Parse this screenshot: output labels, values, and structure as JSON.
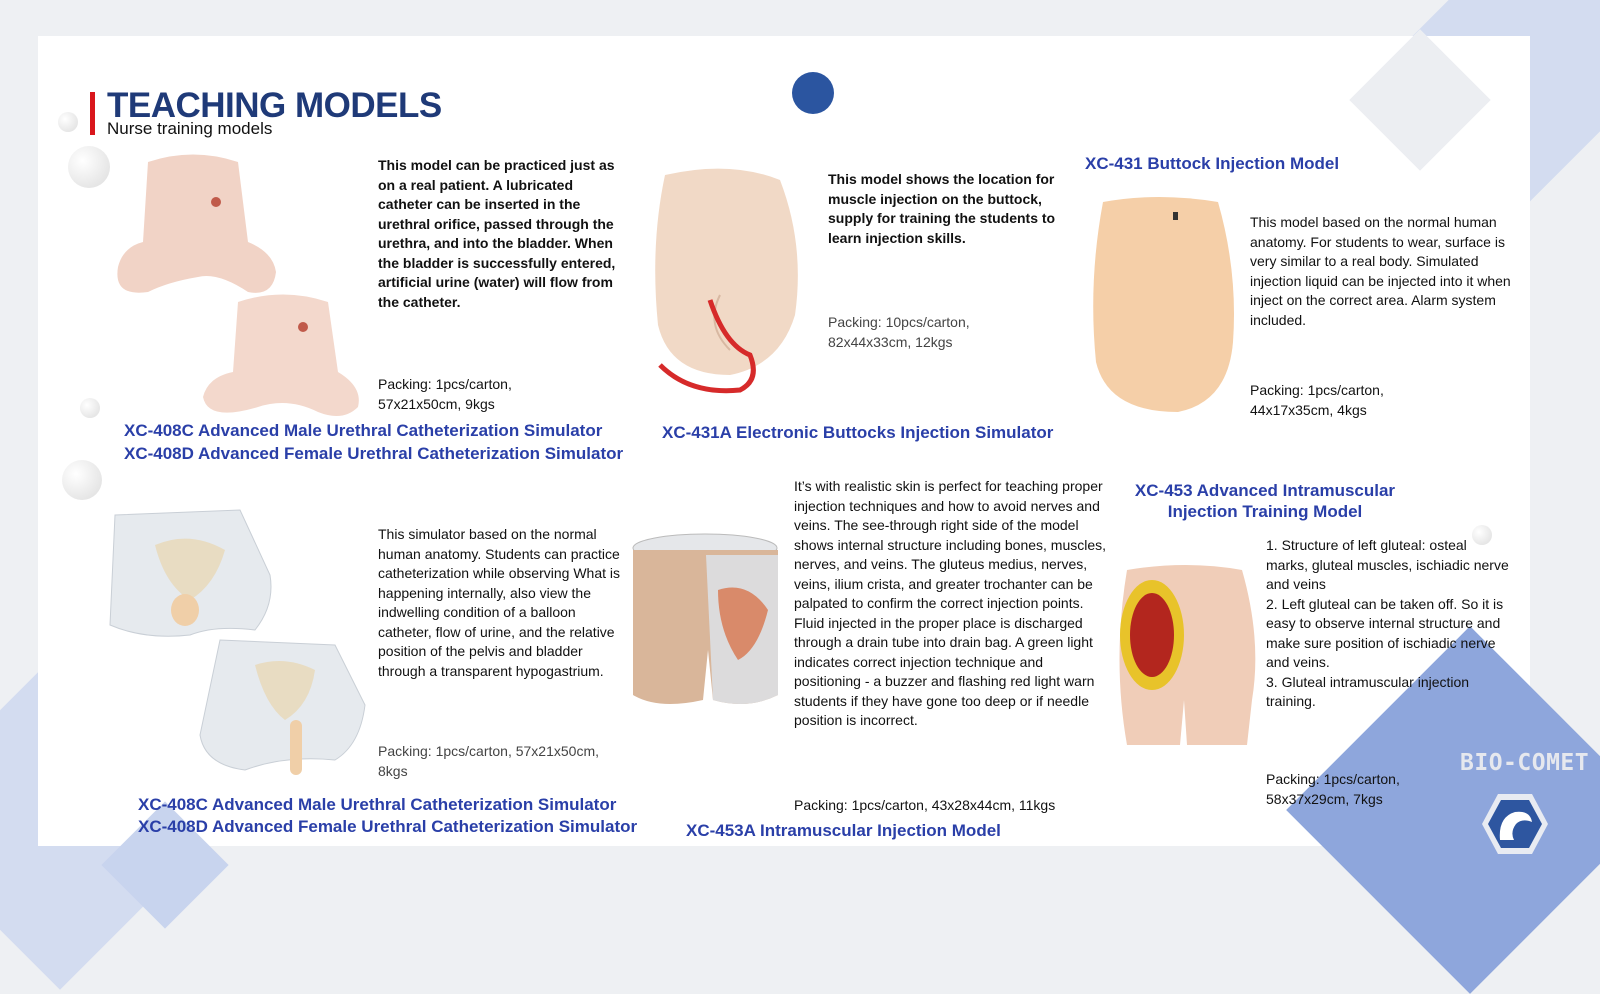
{
  "header": {
    "title": "TEACHING MODELS",
    "subtitle": "Nurse training models"
  },
  "products": [
    {
      "names": [
        "XC-408C Advanced Male Urethral Catheterization Simulator",
        "XC-408D Advanced Female Urethral Catheterization Simulator"
      ],
      "description": "This model can be practiced just as on a real patient. A lubricated catheter can be inserted in the urethral orifice, passed through the urethra, and into the bladder. When the bladder is successfully entered, artificial urine (water) will flow from the catheter.",
      "packing": "Packing: 1pcs/carton, 57x21x50cm, 9kgs"
    },
    {
      "name": "XC-431A Electronic Buttocks Injection Simulator",
      "description": "This model shows the location for muscle injection on the buttock, supply for training the students to learn injection skills.",
      "packing": "Packing: 10pcs/carton, 82x44x33cm, 12kgs"
    },
    {
      "name": "XC-431 Buttock Injection Model",
      "description": "This model based on the normal human anatomy. For students to wear, surface is very similar to a real body. Simulated injection liquid can be injected into it when inject on the correct area. Alarm system included.",
      "packing": "Packing: 1pcs/carton, 44x17x35cm, 4kgs"
    },
    {
      "names": [
        "XC-408C Advanced Male Urethral Catheterization Simulator",
        "XC-408D Advanced Female Urethral Catheterization Simulator"
      ],
      "description": "This simulator based on the normal human anatomy. Students can practice catheterization while observing What is happening internally, also view the indwelling condition of a balloon catheter, flow of urine, and the relative position of the pelvis and bladder through a transparent hypogastrium.",
      "packing": "Packing: 1pcs/carton, 57x21x50cm, 8kgs"
    },
    {
      "name": "XC-453A Intramuscular Injection Model",
      "description": "It’s with realistic skin is perfect for teaching proper injection techniques and how to avoid nerves and veins. The see-through right side of the model shows internal structure including bones, muscles, nerves, and veins. The gluteus medius, nerves, veins, ilium crista, and greater trochanter can be palpated to confirm the correct injection points. Fluid injected in the proper place is discharged through a drain tube into drain bag. A green light indicates correct injection technique and positioning - a buzzer and flashing red light warn students if they have gone too deep or if needle position is incorrect.",
      "packing": "Packing: 1pcs/carton, 43x28x44cm, 11kgs"
    },
    {
      "name": "XC-453 Advanced Intramuscular Injection Training Model",
      "description": "1. Structure of left gluteal: osteal marks, gluteal muscles, ischiadic nerve and veins\n2. Left gluteal can be taken off. So it is easy to observe internal structure and make sure position of ischiadic nerve and veins.\n3. Gluteal intramuscular injection training.",
      "packing": "Packing: 1pcs/carton, 58x37x29cm, 7kgs"
    }
  ],
  "brand": {
    "logo_text": "BIO-COMET",
    "watermark": "BIO-COMET"
  },
  "colors": {
    "title": "#1f3a78",
    "product": "#2a3fa8",
    "accent": "#d9161c",
    "decor": "#8ea6dc"
  }
}
